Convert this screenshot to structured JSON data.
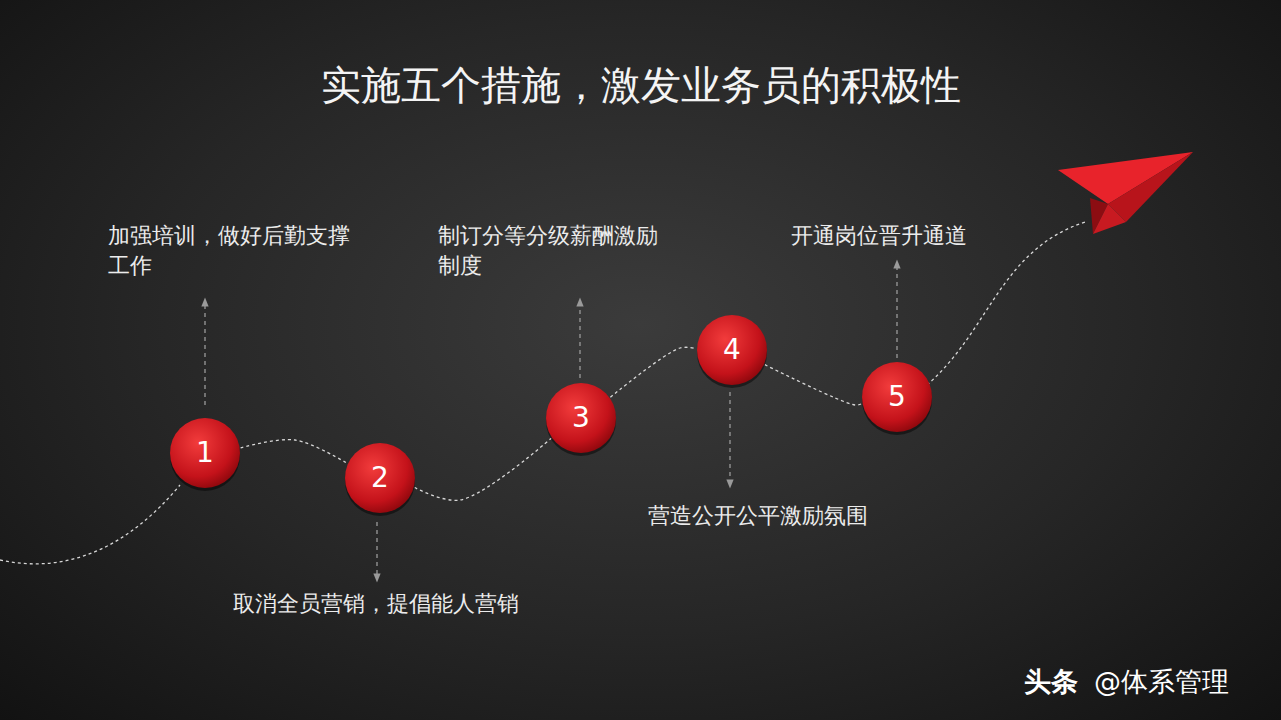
{
  "diagram": {
    "title": "实施五个措施，激发业务员的积极性",
    "nodes": [
      {
        "text": [
          "1"
        ]
      },
      {
        "text": [
          "2"
        ]
      },
      {
        "text": [
          "3"
        ]
      },
      {
        "text": [
          "4"
        ]
      },
      {
        "text": [
          "5"
        ]
      }
    ],
    "edges": [
      {
        "from": 0,
        "to": 1,
        "arrow": "none"
      },
      {
        "from": 1,
        "to": 2,
        "arrow": "none"
      },
      {
        "from": 2,
        "to": 3,
        "arrow": "none"
      },
      {
        "from": 3,
        "to": 4,
        "arrow": "none"
      }
    ],
    "labels": [
      "加强培训，做好后勤支撑工作",
      "取消全员营销，提倡能人营销",
      "制订分等分级薪酬激励制度",
      "营造公开公平激励氛围",
      "开通岗位晋升通道",
      "头条",
      "@体系管理"
    ]
  }
}
